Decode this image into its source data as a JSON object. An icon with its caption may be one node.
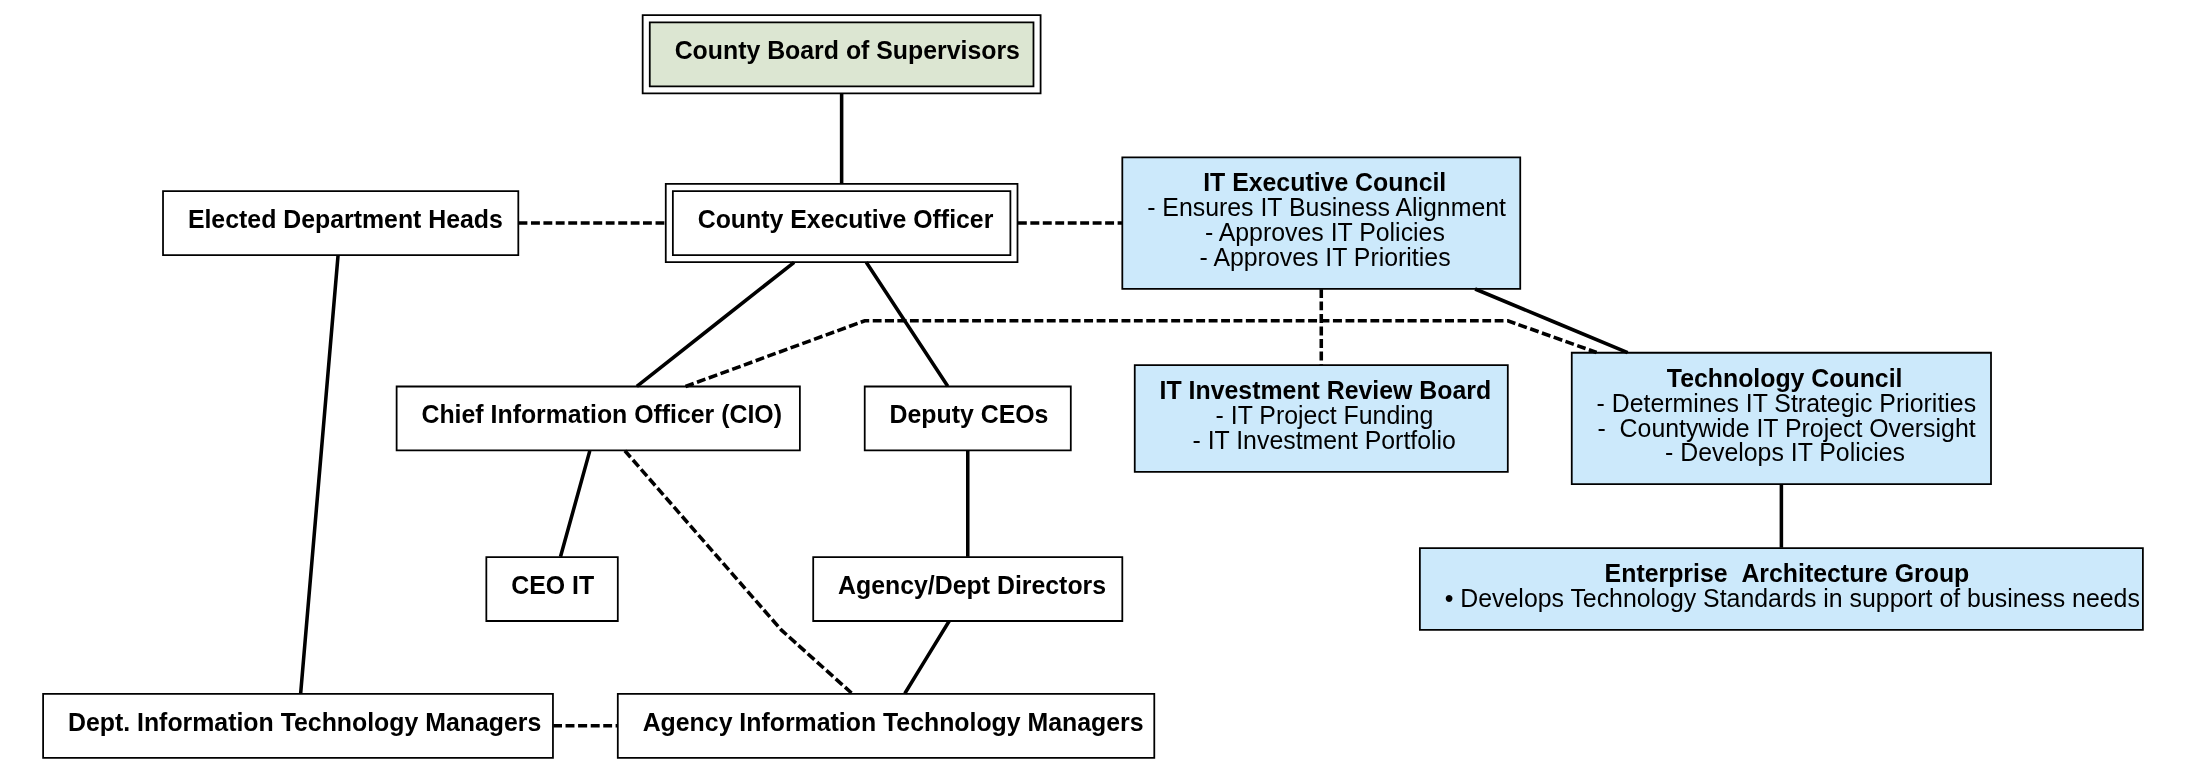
{
  "diagram": {
    "nodes": [
      {
        "text": [
          "County Board of Supervisors"
        ]
      },
      {
        "text": [
          "Elected Department Heads"
        ]
      },
      {
        "text": [
          "County Executive Officer"
        ]
      },
      {
        "text": [
          "IT Executive Council",
          "- Ensures IT Business Alignment",
          "- Approves IT Policies",
          "- Approves IT Priorities"
        ]
      },
      {
        "text": [
          "Deputy CEOs"
        ]
      },
      {
        "text": [
          "Chief Information Officer (CIO)"
        ]
      },
      {
        "text": [
          "Technology Council",
          "- Determines IT Strategic Priorities",
          "-  Countywide IT Project Oversight",
          "- Develops IT Policies"
        ]
      },
      {
        "text": [
          "IT Investment Review Board",
          "- IT Project Funding",
          "- IT Investment Portfolio"
        ]
      },
      {
        "text": [
          "Agency/Dept Directors"
        ]
      },
      {
        "text": [
          "CEO IT"
        ]
      },
      {
        "text": [
          "Enterprise  Architecture Group",
          "• Develops Technology Standards in support of business needs"
        ]
      },
      {
        "text": [
          "Dept. Information Technology Managers"
        ]
      },
      {
        "text": [
          "Agency Information Technology Managers"
        ]
      }
    ],
    "edges": [
      {
        "from": 0,
        "to": 2,
        "arrow": "none"
      },
      {
        "from": 1,
        "to": 2,
        "arrow": "none",
        "style": "dashed"
      },
      {
        "from": 2,
        "to": 3,
        "arrow": "none",
        "style": "dashed"
      },
      {
        "from": 2,
        "to": 4,
        "arrow": "none"
      },
      {
        "from": 2,
        "to": 5,
        "arrow": "none"
      },
      {
        "from": 3,
        "to": 6,
        "arrow": "none"
      },
      {
        "from": 3,
        "to": 7,
        "arrow": "none",
        "style": "dashed"
      },
      {
        "from": 5,
        "to": 6,
        "arrow": "none",
        "style": "dashed"
      },
      {
        "from": 5,
        "to": 9,
        "arrow": "none"
      },
      {
        "from": 5,
        "to": 12,
        "arrow": "none",
        "style": "dashed"
      },
      {
        "from": 4,
        "to": 8,
        "arrow": "none"
      },
      {
        "from": 8,
        "to": 12,
        "arrow": "none"
      },
      {
        "from": 6,
        "to": 10,
        "arrow": "none"
      },
      {
        "from": 1,
        "to": 11,
        "arrow": "none"
      },
      {
        "from": 11,
        "to": 12,
        "arrow": "none",
        "style": "dashed"
      }
    ]
  }
}
